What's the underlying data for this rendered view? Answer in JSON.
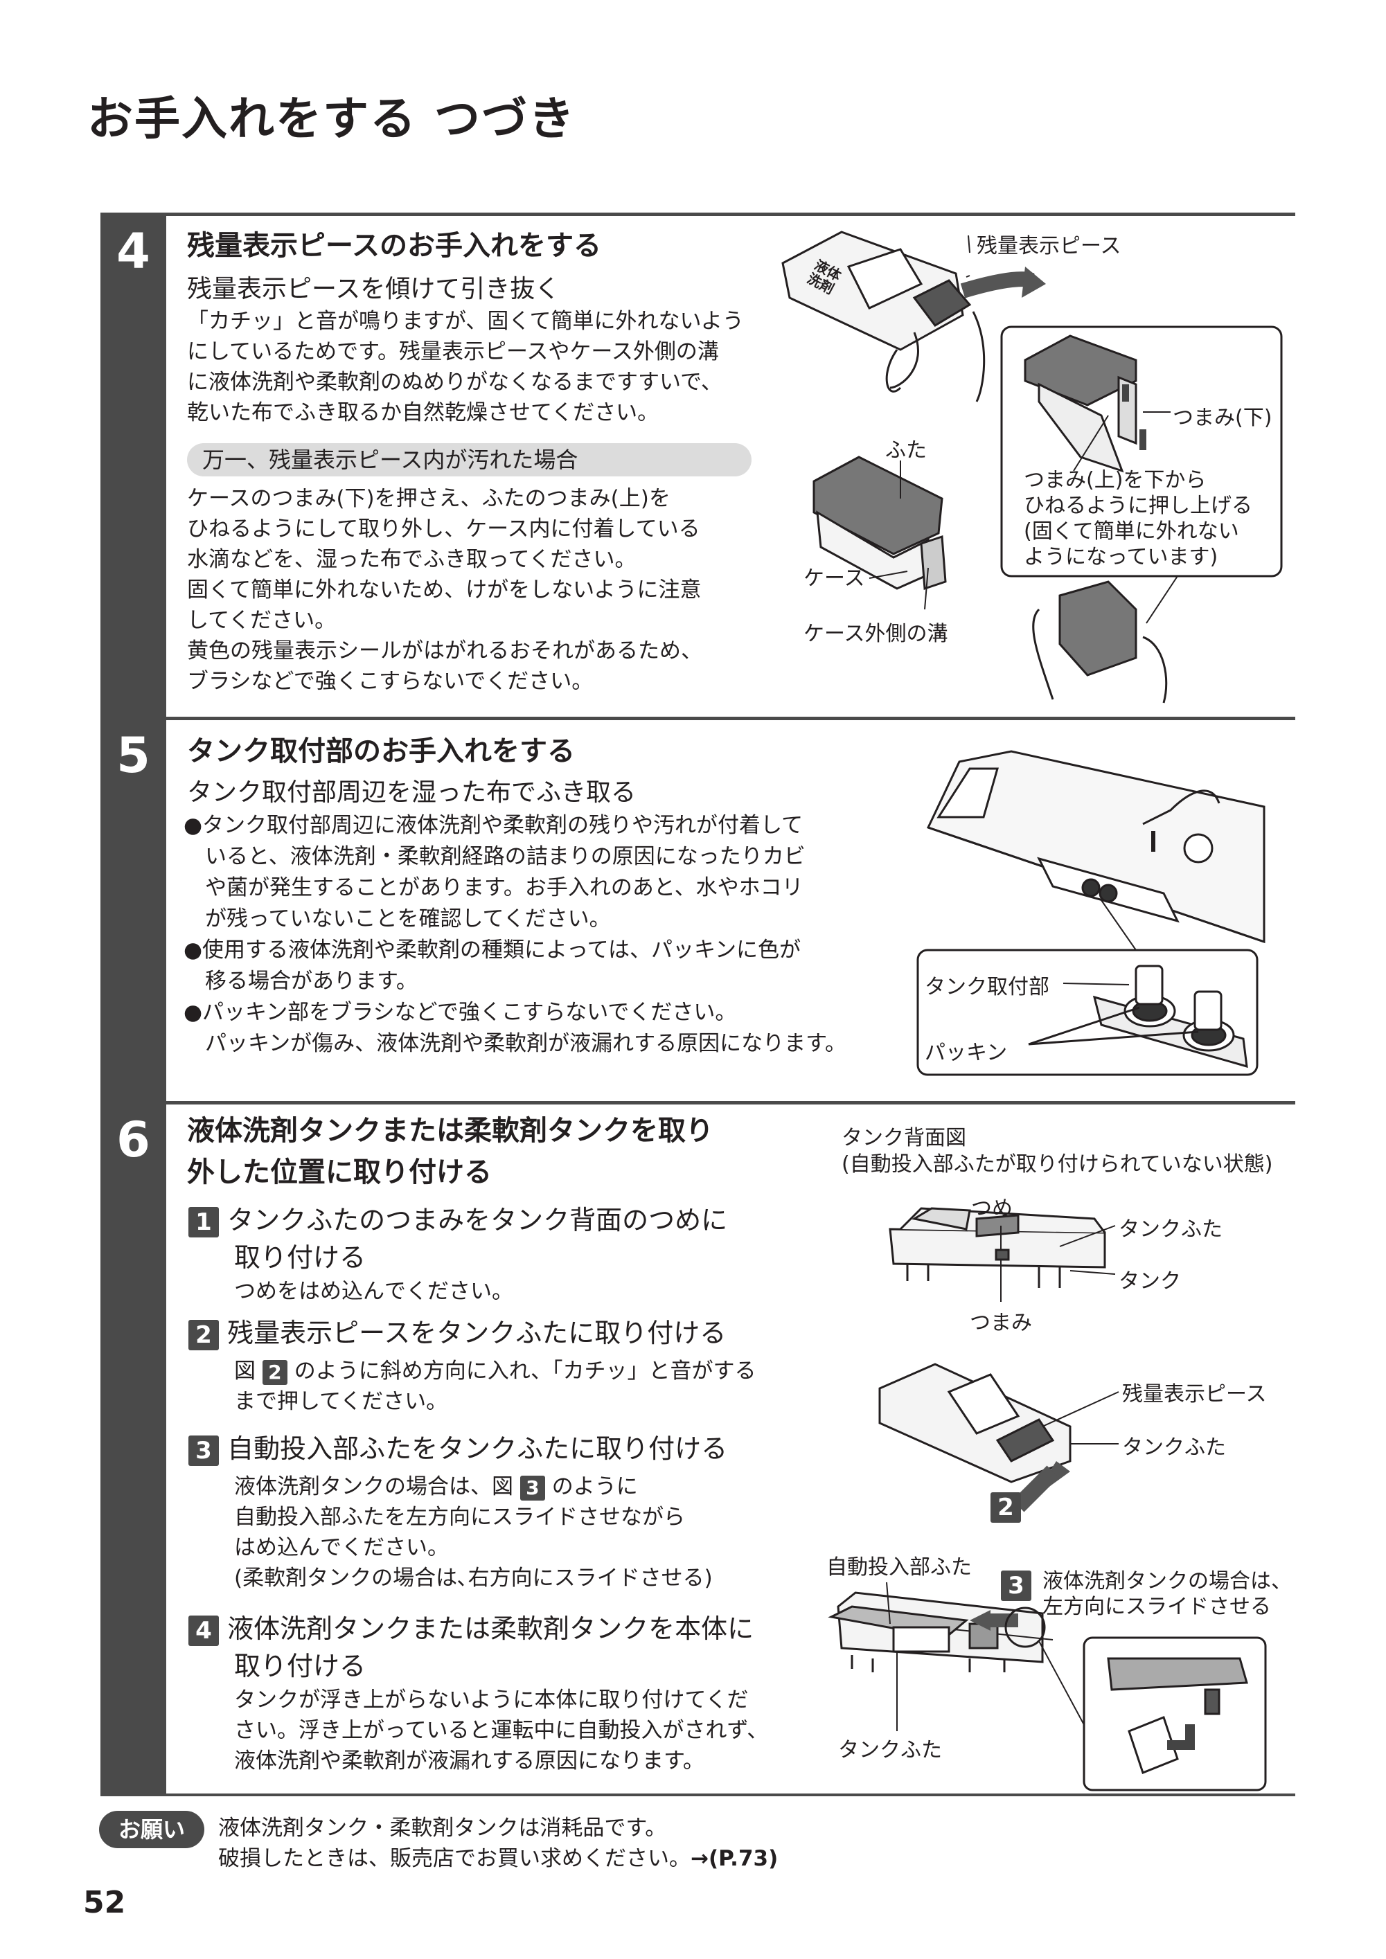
{
  "page": {
    "title": "お手入れをする つづき",
    "page_number": "52"
  },
  "step4": {
    "number": "4",
    "heading": "残量表示ピースのお手入れをする",
    "subheading": "残量表示ピースを傾けて引き抜く",
    "body": [
      "「カチッ」と音が鳴りますが、固くて簡単に外れないよう",
      "にしているためです。残量表示ピースやケース外側の溝",
      "に液体洗剤や柔軟剤のぬめりがなくなるまですすいで、",
      "乾いた布でふき取るか自然乾燥させてください。"
    ],
    "callout": "万一、残量表示ピース内が汚れた場合",
    "callout_body": [
      "ケースのつまみ(下)を押さえ、ふたのつまみ(上)を",
      "ひねるようにして取り外し、ケース内に付着している",
      "水滴などを、湿った布でふき取ってください。",
      "固くて簡単に外れないため、けがをしないように注意",
      "してください。",
      "黄色の残量表示シールがはがれるおそれがあるため、",
      "ブラシなどで強くこすらないでください。"
    ],
    "figure": {
      "label_piece": "残量表示ピース",
      "label_lid": "ふた",
      "label_case": "ケース",
      "label_groove": "ケース外側の溝",
      "label_knob_lower": "つまみ(下)",
      "label_knob_upper": [
        "つまみ(上)を下から",
        "ひねるように押し上げる",
        "(固くて簡単に外れない",
        "ようになっています)"
      ],
      "piece_print": [
        "液体",
        "洗剤"
      ]
    }
  },
  "step5": {
    "number": "5",
    "heading": "タンク取付部のお手入れをする",
    "subheading": "タンク取付部周辺を湿った布でふき取る",
    "bullets": [
      [
        "●タンク取付部周辺に液体洗剤や柔軟剤の残りや汚れが付着して",
        "　いると、液体洗剤・柔軟剤経路の詰まりの原因になったりカビ",
        "　や菌が発生することがあります。お手入れのあと、水やホコリ",
        "　が残っていないことを確認してください。"
      ],
      [
        "●使用する液体洗剤や柔軟剤の種類によっては、パッキンに色が",
        "　移る場合があります。"
      ],
      [
        "●パッキン部をブラシなどで強くこすらないでください。",
        "　パッキンが傷み、液体洗剤や柔軟剤が液漏れする原因になります。"
      ]
    ],
    "figure": {
      "label_mount": "タンク取付部",
      "label_packing": "パッキン"
    }
  },
  "step6": {
    "number": "6",
    "heading": [
      "液体洗剤タンクまたは柔軟剤タンクを取り",
      "外した位置に取り付ける"
    ],
    "substeps": [
      {
        "num": "1",
        "title": [
          "タンクふたのつまみをタンク背面のつめに",
          "取り付ける"
        ],
        "body": [
          "つめをはめ込んでください。"
        ]
      },
      {
        "num": "2",
        "title": [
          "残量表示ピースをタンクふたに取り付ける"
        ],
        "body_prefix": "図",
        "body_ref": "2",
        "body_suffix": "のように斜め方向に入れ、「カチッ」と音がする",
        "body": [
          "まで押してください。"
        ]
      },
      {
        "num": "3",
        "title": [
          "自動投入部ふたをタンクふたに取り付ける"
        ],
        "body_prefix": "液体洗剤タンクの場合は、図",
        "body_ref": "3",
        "body_suffix": "のように",
        "body": [
          "自動投入部ふたを左方向にスライドさせながら",
          "はめ込んでください。",
          "(柔軟剤タンクの場合は､右方向にスライドさせる)"
        ]
      },
      {
        "num": "4",
        "title": [
          "液体洗剤タンクまたは柔軟剤タンクを本体に",
          "取り付ける"
        ],
        "body": [
          "タンクが浮き上がらないように本体に取り付けてくだ",
          "さい。浮き上がっていると運転中に自動投入がされず、",
          "液体洗剤や柔軟剤が液漏れする原因になります。"
        ]
      }
    ],
    "figure": {
      "caption": [
        "タンク背面図",
        "(自動投入部ふたが取り付けられていない状態)"
      ],
      "label_claw": "つめ",
      "label_tank_lid": "タンクふた",
      "label_tank": "タンク",
      "label_knob": "つまみ",
      "label_piece": "残量表示ピース",
      "label_tank_lid2": "タンクふた",
      "fig2": "2",
      "label_auto_lid": "自動投入部ふた",
      "fig3": "3",
      "fig3_text": [
        "液体洗剤タンクの場合は、",
        "左方向にスライドさせる"
      ],
      "label_tank_lid3": "タンクふた"
    }
  },
  "note": {
    "badge": "お願い",
    "lines": [
      "液体洗剤タンク・柔軟剤タンクは消耗品です。",
      "破損したときは、販売店でお買い求めください。"
    ],
    "ref": "→(P.73)"
  }
}
